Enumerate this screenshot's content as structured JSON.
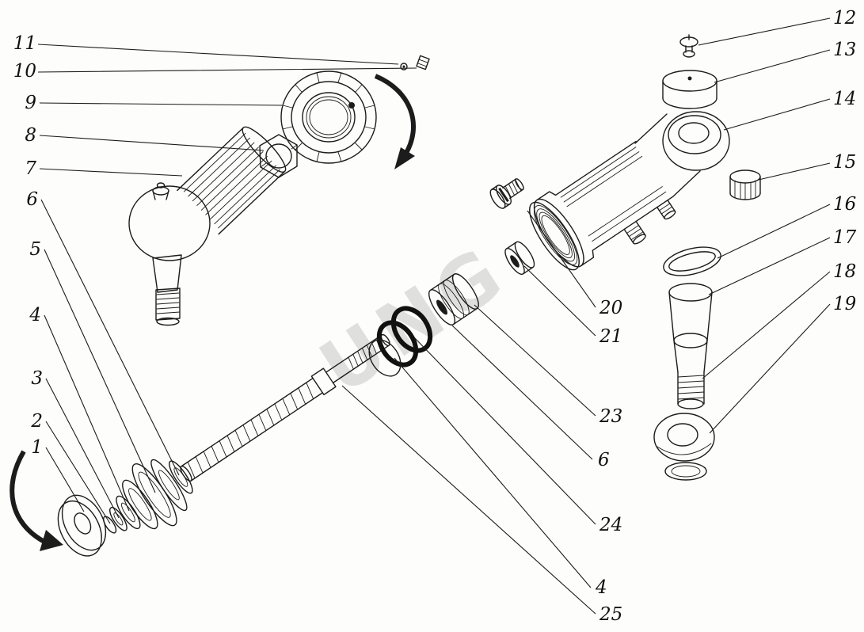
{
  "figure": {
    "type": "exploded-parts-diagram",
    "background": "#fdfdfb",
    "line_color": "#1c1c1c",
    "watermark": "UNG",
    "callouts": [
      {
        "id": "c11",
        "label": "11"
      },
      {
        "id": "c10",
        "label": "10"
      },
      {
        "id": "c9",
        "label": "9"
      },
      {
        "id": "c8",
        "label": "8"
      },
      {
        "id": "c7",
        "label": "7"
      },
      {
        "id": "c6-left",
        "label": "6"
      },
      {
        "id": "c5",
        "label": "5"
      },
      {
        "id": "c4-left",
        "label": "4"
      },
      {
        "id": "c3",
        "label": "3"
      },
      {
        "id": "c2",
        "label": "2"
      },
      {
        "id": "c1",
        "label": "1"
      },
      {
        "id": "c12",
        "label": "12"
      },
      {
        "id": "c13",
        "label": "13"
      },
      {
        "id": "c14",
        "label": "14"
      },
      {
        "id": "c15",
        "label": "15"
      },
      {
        "id": "c16",
        "label": "16"
      },
      {
        "id": "c17",
        "label": "17"
      },
      {
        "id": "c18",
        "label": "18"
      },
      {
        "id": "c19",
        "label": "19"
      },
      {
        "id": "c20",
        "label": "20"
      },
      {
        "id": "c21",
        "label": "21"
      },
      {
        "id": "c23",
        "label": "23"
      },
      {
        "id": "c6-right",
        "label": "6"
      },
      {
        "id": "c24",
        "label": "24"
      },
      {
        "id": "c4-right",
        "label": "4"
      },
      {
        "id": "c25",
        "label": "25"
      }
    ]
  }
}
